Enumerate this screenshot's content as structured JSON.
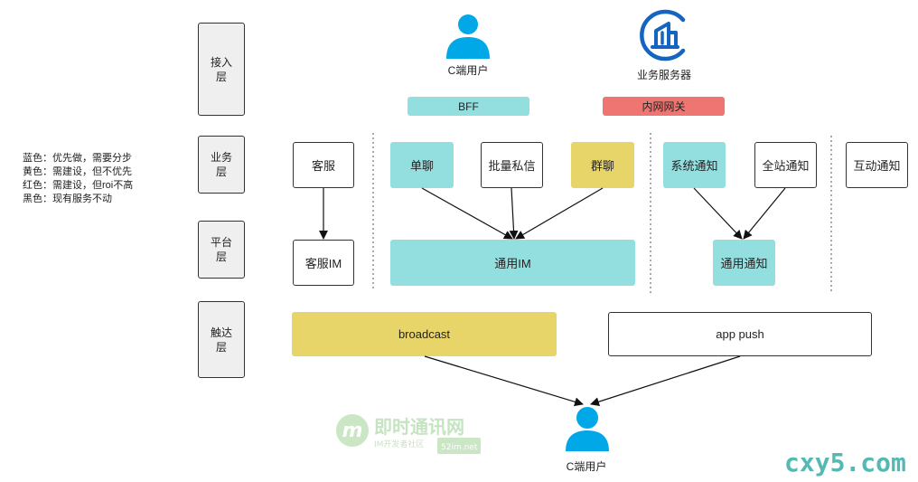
{
  "legend": [
    "蓝色：优先做，需要分步",
    "黄色：需建设，但不优先",
    "红色：需建设，但roi不高",
    "黑色：现有服务不动"
  ],
  "layers": {
    "access": "接入\n层",
    "business": "业务\n层",
    "platform": "平台\n层",
    "reach": "触达\n层"
  },
  "actors": {
    "c_user_top": "C端用户",
    "biz_service": "业务服务器",
    "c_user_bottom": "C端用户"
  },
  "gateways": {
    "bff": "BFF",
    "intranet": "内网网关"
  },
  "business": {
    "kefu": "客服",
    "danliao": "单聊",
    "pilang": "批量私信",
    "qunliao": "群聊",
    "xitong": "系统通知",
    "quanzhan": "全站通知",
    "hudong": "互动通知"
  },
  "platform": {
    "kefu_im": "客服IM",
    "tongyong_im": "通用IM",
    "tongyong_tz": "通用通知"
  },
  "reach": {
    "broadcast": "broadcast",
    "app_push": "app push"
  },
  "watermark": {
    "logo_letter": "m",
    "title": "即时通讯网",
    "subtitle": "IM开发者社区",
    "domain": "52im.net"
  },
  "site": "cxy5.com",
  "colors": {
    "blue": "#93dfe0",
    "yellow": "#e8d56a",
    "red": "#ef7572",
    "icon_blue": "#00a8e8"
  }
}
